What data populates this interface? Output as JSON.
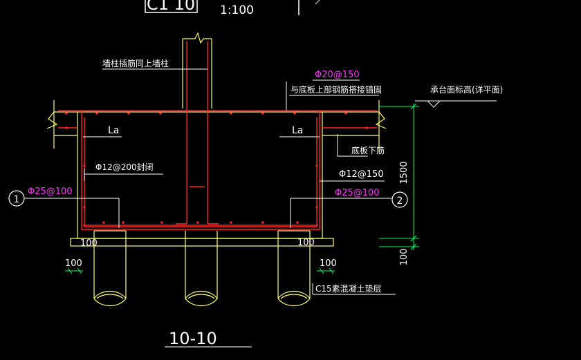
{
  "header": {
    "partial_title": "C1 10",
    "scale": "1:100"
  },
  "labels": {
    "wall_rebar_note": "墙柱插筋同上墙柱",
    "top_rebar_spec": "Φ20@150",
    "top_anchor_note": "与底板上部钢筋搭接锚固",
    "cap_elevation_note": "承台面标高(详平面)",
    "la_left": "La",
    "la_right": "La",
    "bottom_rebar_note": "底板下筋",
    "stirrup_spec": "Φ12@200封闭",
    "side_rebar_spec": "Φ12@150",
    "left_bar_spec": "Φ25@100",
    "right_bar_spec": "Φ25@100",
    "cushion_note": "C15素混凝土垫层",
    "section_title": "10-10"
  },
  "callouts": {
    "left_number": "1",
    "right_number": "2"
  },
  "dimensions": {
    "height": "1500",
    "cushion_thickness": "100",
    "pile_left_offset": "100",
    "pile_right_offset": "100",
    "left_projection": "100",
    "right_projection": "100"
  },
  "colors": {
    "background": "#000000",
    "concrete_outline": "#ffff66",
    "rebar": "#ff2222",
    "leader": "#ffffff",
    "dimension": "#00ff66",
    "spec_text": "#ff33ff",
    "text": "#ffffff"
  }
}
